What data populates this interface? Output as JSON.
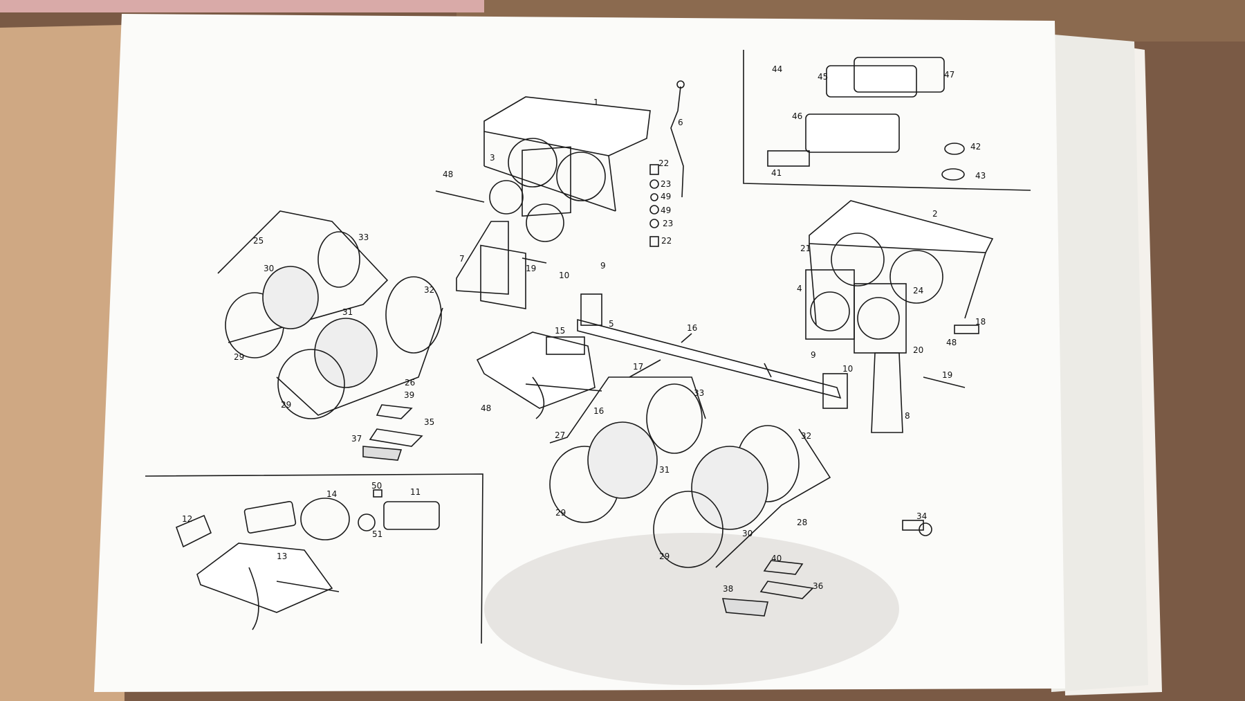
{
  "colors": {
    "table": "#7a5a45",
    "envelope": "#cfa883",
    "paper_back": "#f4f1ec",
    "paper_front": "#fbfbf9",
    "ink": "#1a1a1a",
    "shadow": "#d9d8d4"
  },
  "callouts": {
    "headlamp_housing_left": "1",
    "headlamp_housing_right": "2",
    "mounting_frame_left": "3",
    "mounting_frame_right": "4",
    "crossbar": "5",
    "dipstick_rod": "6",
    "bracket_left": "7",
    "bracket_right": "8",
    "clip_a": "9",
    "clip_b": "9",
    "bush_a": "10",
    "bush_b": "10",
    "motor": "11",
    "bracket_small": "12",
    "linkage_plate_inset": "13",
    "gear_motor": "14",
    "linkage_plate": "15",
    "bolt_16a": "16",
    "bolt_16b": "16",
    "bolt_17": "17",
    "tab_18": "18",
    "bolt_19a": "19",
    "bolt_19b": "19",
    "washer_20": "20",
    "screw_21": "21",
    "bush_22a": "22",
    "bush_22b": "22",
    "spring_23a": "23",
    "spring_23b": "23",
    "screw_24": "24",
    "lamp_assy_25": "25",
    "lamp_assy_26": "26",
    "lamp_assy_27": "27",
    "lamp_assy_28": "28",
    "ring_29a": "29",
    "ring_29b": "29",
    "ring_29c": "29",
    "ring_29d": "29",
    "unit_30a": "30",
    "unit_30b": "30",
    "unit_31a": "31",
    "unit_31b": "31",
    "gasket_32a": "32",
    "gasket_32b": "32",
    "gasket_33a": "33",
    "gasket_33b": "33",
    "pin_34": "34",
    "plate_35": "35",
    "plate_36": "36",
    "handle_37": "37",
    "handle_38": "38",
    "spring_39": "39",
    "spring_40": "40",
    "grille_41": "41",
    "cap_42": "42",
    "seal_43": "43",
    "inset_44": "44",
    "lens_45": "45",
    "housing_46": "46",
    "bezel_47": "47",
    "screw_48a": "48",
    "screw_48b": "48",
    "screw_48c": "48",
    "nut_49a": "49",
    "nut_49b": "49",
    "bush_50": "50",
    "coupling_51": "51"
  }
}
